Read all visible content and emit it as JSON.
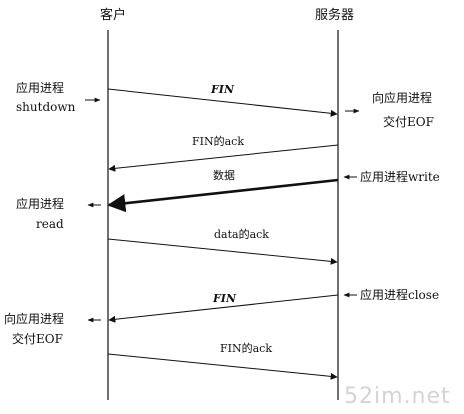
{
  "columns": {
    "client": "客户",
    "server": "服务器"
  },
  "left_notes": {
    "n1_line1": "应用进程",
    "n1_line2": "shutdown",
    "n2_line1": "应用进程",
    "n2_line2": "read",
    "n3_line1": "向应用进程",
    "n3_line2": "交付EOF"
  },
  "right_notes": {
    "n1_line1": "向应用进程",
    "n1_line2": "交付EOF",
    "n2": "应用进程write",
    "n3": "应用进程close"
  },
  "messages": {
    "m1": "FIN",
    "m2": "FIN的ack",
    "m3": "数据",
    "m4": "data的ack",
    "m5": "FIN",
    "m6": "FIN的ack"
  },
  "watermark": "52im.net",
  "colors": {
    "line": "#111111",
    "watermark": "#d4d4d4"
  }
}
